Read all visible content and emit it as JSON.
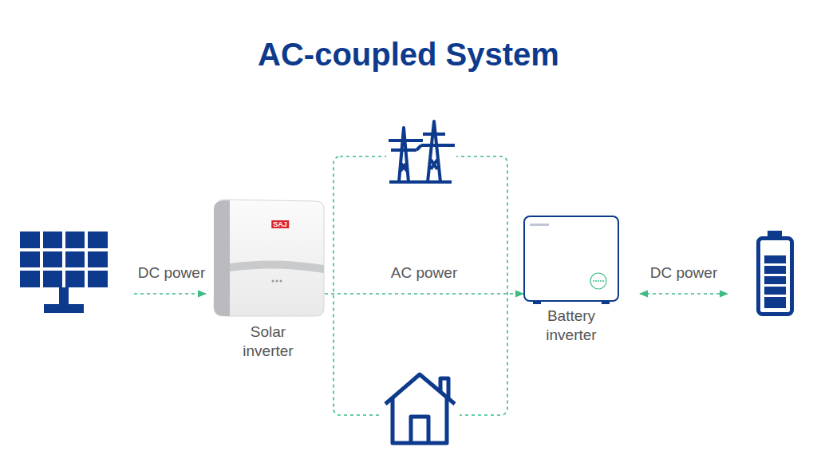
{
  "diagram": {
    "title": "AC-coupled System",
    "nodes": [
      {
        "text": [
          "Solar inverter"
        ]
      },
      {
        "text": [
          "Battery inverter"
        ]
      }
    ],
    "edges": [
      {
        "from": 0,
        "to": 1,
        "label": "AC power",
        "arrow": "to"
      }
    ],
    "labels": [
      "DC power",
      "DC power",
      "SAJ"
    ]
  }
}
